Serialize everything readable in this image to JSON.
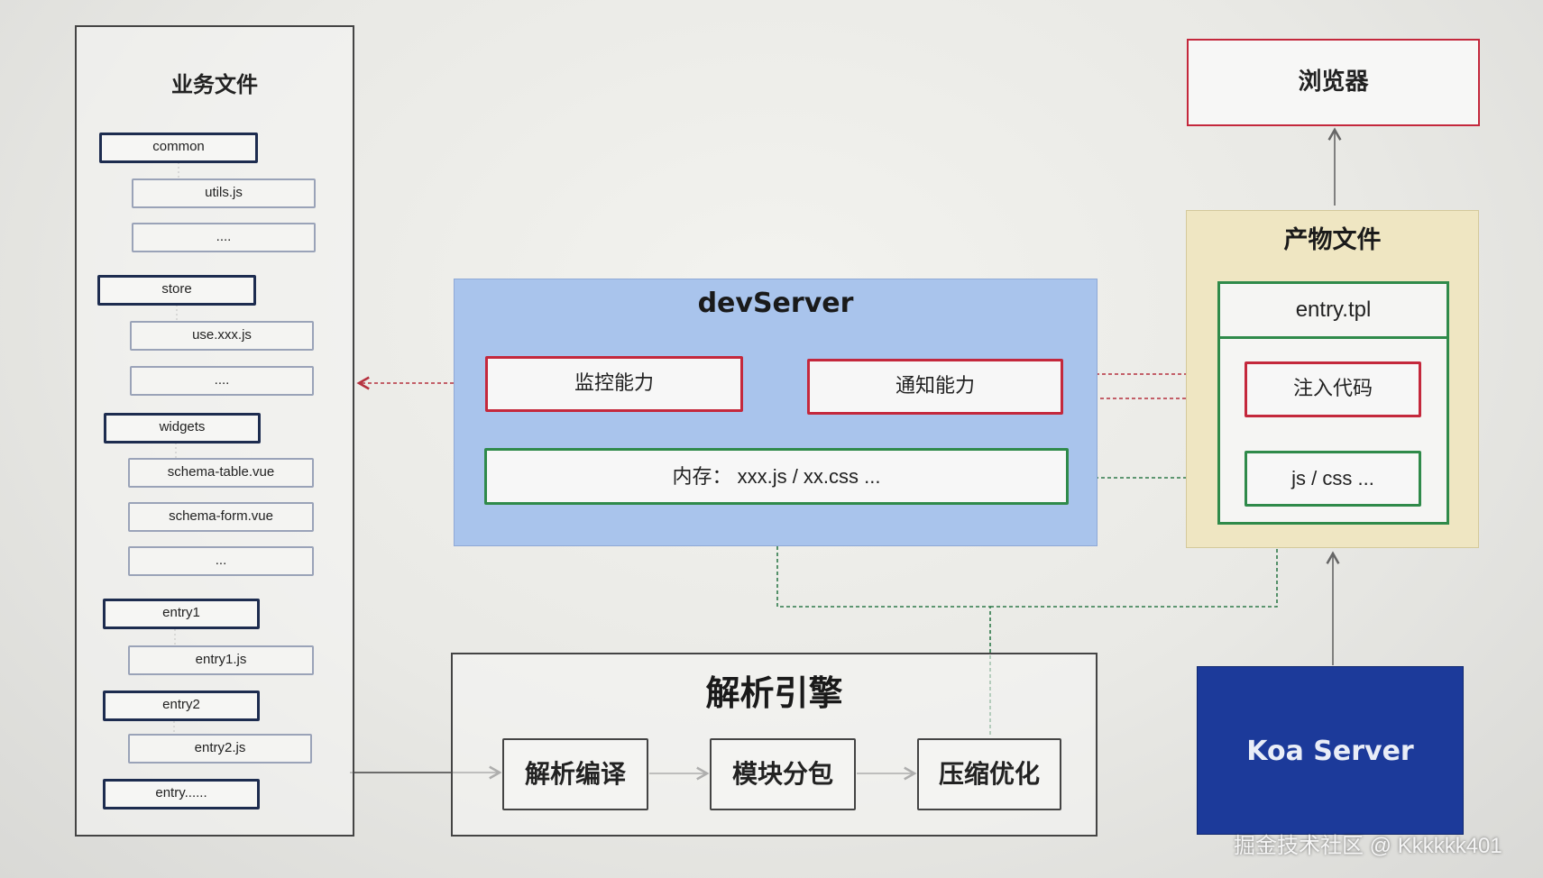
{
  "business_files": {
    "title": "业务文件",
    "groups": [
      {
        "folder": "common",
        "files": [
          "utils.js",
          "...."
        ]
      },
      {
        "folder": "store",
        "files": [
          "use.xxx.js",
          "...."
        ]
      },
      {
        "folder": "widgets",
        "files": [
          "schema-table.vue",
          "schema-form.vue",
          "..."
        ]
      },
      {
        "folder": "entry1",
        "files": [
          "entry1.js"
        ]
      },
      {
        "folder": "entry2",
        "files": [
          "entry2.js"
        ]
      },
      {
        "folder": "entry......",
        "files": []
      }
    ]
  },
  "dev_server": {
    "title": "devServer",
    "monitor": "监控能力",
    "notify": "通知能力",
    "memory": "内存：  xxx.js / xx.css  ..."
  },
  "engine": {
    "title": "解析引擎",
    "stages": [
      "解析编译",
      "模块分包",
      "压缩优化"
    ]
  },
  "browser": "浏览器",
  "output_files": {
    "title": "产物文件",
    "entry_tpl": "entry.tpl",
    "inject_code": "注入代码",
    "js_css": "js / css ..."
  },
  "koa_server": "Koa Server",
  "watermark": "掘金技术社区 @ Kkkkkk401",
  "colors": {
    "dev_server_fill": "#a9c4ec",
    "output_fill": "#efe6c2",
    "koa_fill": "#1c3a9a",
    "red_border": "#c4283c",
    "green_border": "#2f8a4a",
    "folder_border": "#1d2c4f"
  }
}
